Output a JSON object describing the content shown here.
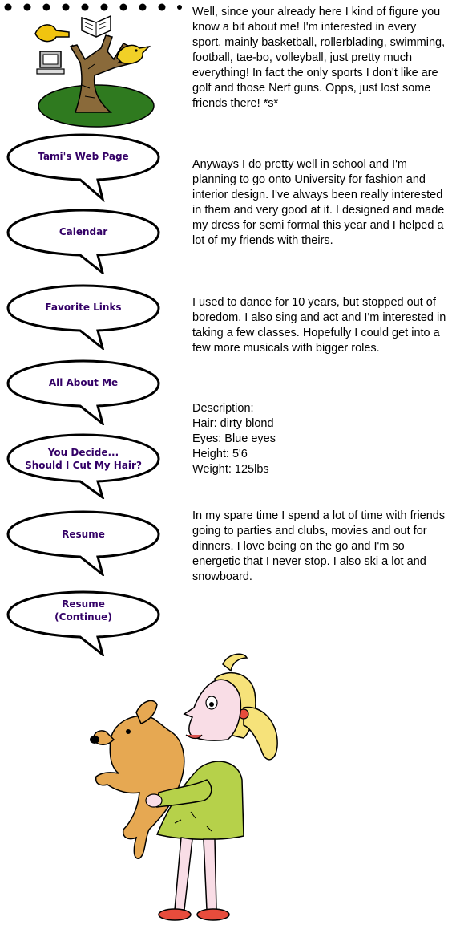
{
  "nav": {
    "items": [
      {
        "label": "Tami's Web Page"
      },
      {
        "label": "Calendar"
      },
      {
        "label": "Favorite Links"
      },
      {
        "label": "All About Me"
      },
      {
        "label": "You Decide...\nShould I Cut My Hair?"
      },
      {
        "label": "Resume"
      },
      {
        "label": "Resume\n(Continue)"
      }
    ]
  },
  "content": {
    "paragraphs": [
      "Well, since your already here I kind of figure you know a bit  about me!  I'm interested in every sport, mainly basketball, rollerblading, swimming, football, tae-bo, volleyball, just pretty much everything! In fact the only  sports I don't like are golf  and those Nerf guns. Opps, just lost some friends there! *s*",
      "Anyways I do pretty well in school and I'm planning to go onto University for fashion and interior design. I've always been really interested in them and very good at it. I designed and made my dress for semi formal this year  and I helped a lot of my friends with theirs.",
      "I used to dance for 10 years, but stopped out of boredom. I also sing and act and I'm interested in taking a few classes. Hopefully I could get into a few more musicals with bigger roles.",
      "Description:\nHair: dirty blond\nEyes: Blue eyes\nHeight: 5'6\nWeight: 125lbs",
      "In my spare time I spend a lot of time with friends going to parties and clubs, movies and out for dinners. I love being on the go and I'm so energetic that I never stop. I also ski a lot and snowboard."
    ]
  },
  "colors": {
    "link_text": "#330066",
    "bubble_fill": "#ffffff",
    "bubble_stroke": "#000000",
    "tree_trunk": "#8a6a3a",
    "tree_leaves": "#2f7a1f",
    "hair": "#f6e27a",
    "dress": "#b6d14a",
    "dog": "#e6a852"
  }
}
